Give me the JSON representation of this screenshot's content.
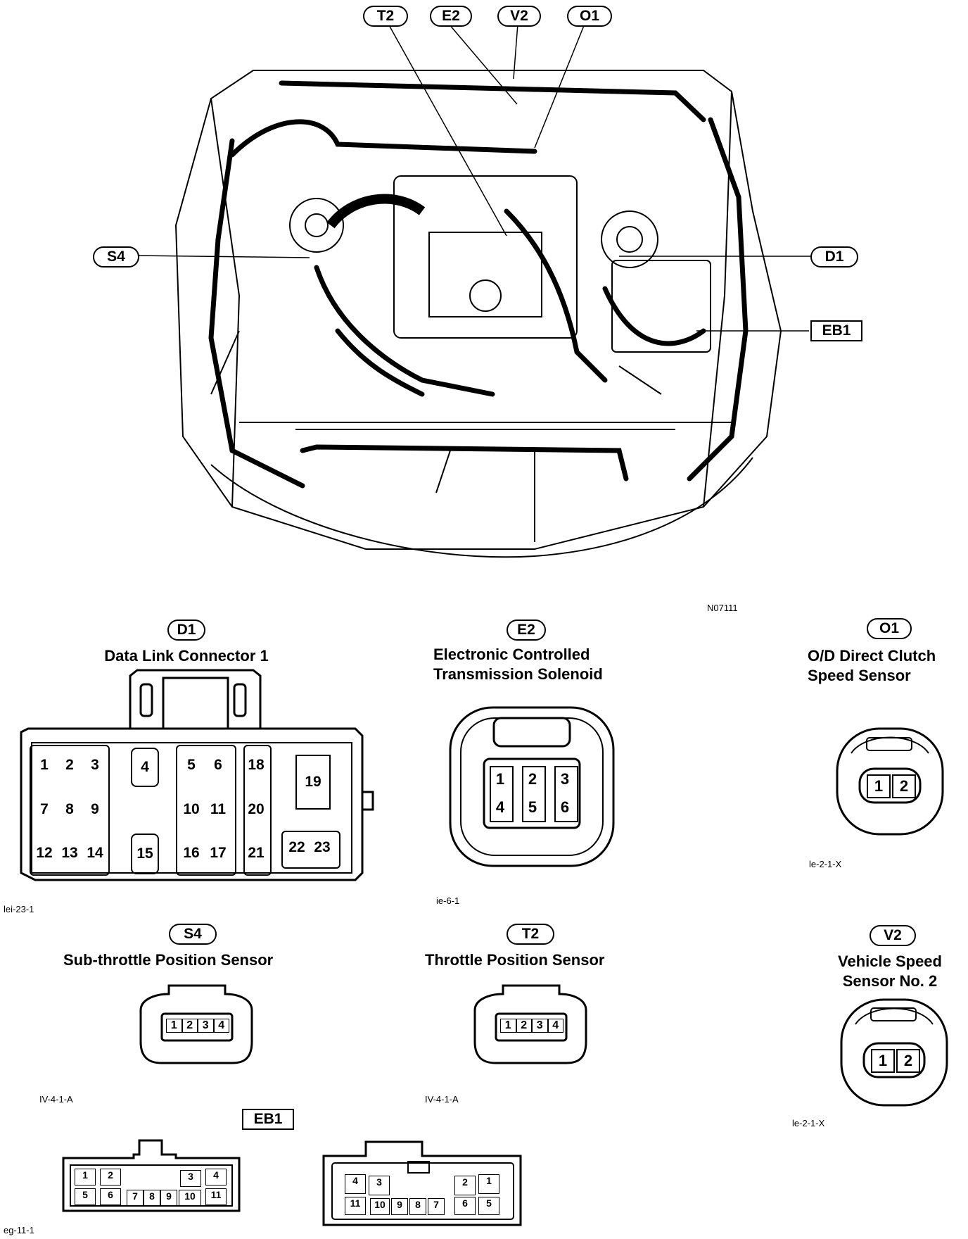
{
  "callouts_top": {
    "t2": "T2",
    "e2": "E2",
    "v2": "V2",
    "o1": "O1",
    "s4": "S4",
    "d1": "D1",
    "eb1": "EB1"
  },
  "figure_code": "N07111",
  "connectors": {
    "d1": {
      "code": "D1",
      "name": "Data Link Connector 1",
      "ref": "lei-23-1",
      "pins": [
        "1",
        "2",
        "3",
        "4",
        "5",
        "6",
        "18",
        "7",
        "8",
        "9",
        "10",
        "11",
        "20",
        "19",
        "12",
        "13",
        "14",
        "15",
        "16",
        "17",
        "21",
        "22",
        "23"
      ]
    },
    "e2": {
      "code": "E2",
      "name_line1": "Electronic Controlled",
      "name_line2": "Transmission Solenoid",
      "ref": "ie-6-1",
      "pins": [
        "1",
        "2",
        "3",
        "4",
        "5",
        "6"
      ]
    },
    "o1": {
      "code": "O1",
      "name_line1": "O/D Direct Clutch",
      "name_line2": "Speed Sensor",
      "ref": "le-2-1-X",
      "pins": [
        "1",
        "2"
      ]
    },
    "s4": {
      "code": "S4",
      "name": "Sub-throttle Position Sensor",
      "ref": "IV-4-1-A",
      "pins": [
        "1",
        "2",
        "3",
        "4"
      ]
    },
    "t2": {
      "code": "T2",
      "name": "Throttle Position Sensor",
      "ref": "IV-4-1-A",
      "pins": [
        "1",
        "2",
        "3",
        "4"
      ]
    },
    "v2": {
      "code": "V2",
      "name_line1": "Vehicle Speed",
      "name_line2": "Sensor No. 2",
      "ref": "le-2-1-X",
      "pins": [
        "1",
        "2"
      ]
    },
    "eb1": {
      "code": "EB1",
      "ref": "eg-11-1",
      "left_pins": [
        "1",
        "2",
        "3",
        "4",
        "5",
        "6",
        "7",
        "8",
        "9",
        "10",
        "11"
      ],
      "right_pins": [
        "4",
        "3",
        "2",
        "1",
        "11",
        "10",
        "9",
        "8",
        "7",
        "6",
        "5"
      ]
    }
  }
}
